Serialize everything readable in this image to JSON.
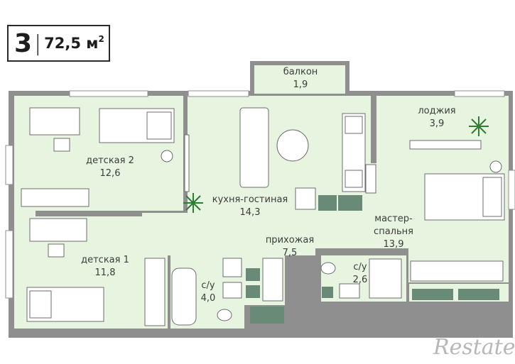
{
  "header": {
    "rooms": "3",
    "separator": "|",
    "area": "72,5 м",
    "area_sup": "2"
  },
  "rooms": {
    "balcony": {
      "name": "балкон",
      "area": "1,9"
    },
    "loggia": {
      "name": "лоджия",
      "area": "3,9"
    },
    "kids2": {
      "name": "детская 2",
      "area": "12,6"
    },
    "kitchen": {
      "name": "кухня-гостиная",
      "area": "14,3"
    },
    "master": {
      "name_line1": "мастер-",
      "name_line2": "спальня",
      "area": "13,9"
    },
    "hall": {
      "name": "прихожая",
      "area": "7,5"
    },
    "kids1": {
      "name": "детская 1",
      "area": "11,8"
    },
    "bath1": {
      "name": "с/у",
      "area": "4,0"
    },
    "bath2": {
      "name": "с/у",
      "area": "2,6"
    }
  },
  "watermark": "Restate",
  "colors": {
    "wall": "#8f8f8f",
    "floor": "#e6f4e0",
    "accent": "#6a8a78",
    "furniture_line": "#6d6d6d"
  }
}
